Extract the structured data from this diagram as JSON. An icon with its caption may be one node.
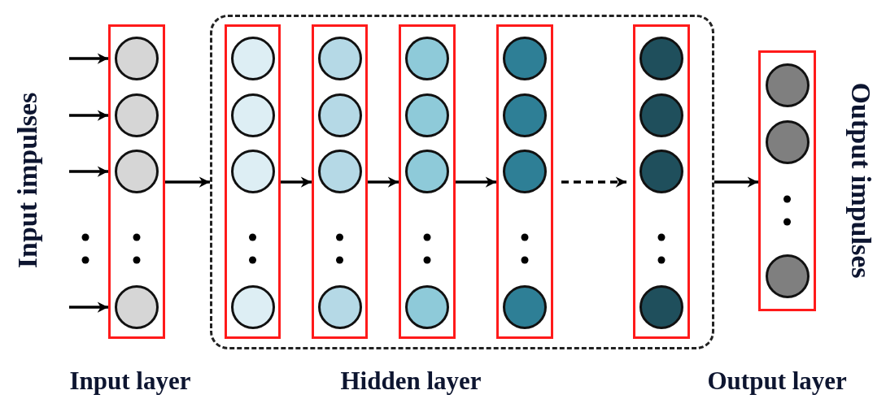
{
  "diagram": {
    "nodes": [
      {
        "text": [],
        "shape": "box"
      },
      {
        "text": [],
        "shape": "circle",
        "in": 0
      },
      {
        "text": [],
        "shape": "circle",
        "in": 0
      },
      {
        "text": [],
        "shape": "circle",
        "in": 0
      },
      {
        "text": [],
        "shape": "circle",
        "in": 0
      },
      {
        "text": [],
        "shape": "box"
      },
      {
        "text": [],
        "shape": "box",
        "in": 5
      },
      {
        "text": [],
        "shape": "circle",
        "in": 6
      },
      {
        "text": [],
        "shape": "circle",
        "in": 6
      },
      {
        "text": [],
        "shape": "circle",
        "in": 6
      },
      {
        "text": [],
        "shape": "circle",
        "in": 6
      },
      {
        "text": [],
        "shape": "box",
        "in": 5
      },
      {
        "text": [],
        "shape": "circle",
        "in": 11
      },
      {
        "text": [],
        "shape": "circle",
        "in": 11
      },
      {
        "text": [],
        "shape": "circle",
        "in": 11
      },
      {
        "text": [],
        "shape": "circle",
        "in": 11
      },
      {
        "text": [],
        "shape": "box",
        "in": 5
      },
      {
        "text": [],
        "shape": "circle",
        "in": 16
      },
      {
        "text": [],
        "shape": "circle",
        "in": 16
      },
      {
        "text": [],
        "shape": "circle",
        "in": 16
      },
      {
        "text": [],
        "shape": "circle",
        "in": 16
      },
      {
        "text": [],
        "shape": "box",
        "in": 5
      },
      {
        "text": [],
        "shape": "circle",
        "in": 21
      },
      {
        "text": [],
        "shape": "circle",
        "in": 21
      },
      {
        "text": [],
        "shape": "circle",
        "in": 21
      },
      {
        "text": [],
        "shape": "circle",
        "in": 21
      },
      {
        "text": [],
        "shape": "box",
        "in": 5
      },
      {
        "text": [],
        "shape": "circle",
        "in": 26
      },
      {
        "text": [],
        "shape": "circle",
        "in": 26
      },
      {
        "text": [],
        "shape": "circle",
        "in": 26
      },
      {
        "text": [],
        "shape": "circle",
        "in": 26
      },
      {
        "text": [],
        "shape": "box"
      },
      {
        "text": [],
        "shape": "circle",
        "in": 31
      },
      {
        "text": [],
        "shape": "circle",
        "in": 31
      },
      {
        "text": [],
        "shape": "circle",
        "in": 31
      }
    ],
    "edges": [
      {
        "from": null,
        "to": 0,
        "arrow": "to"
      },
      {
        "from": null,
        "to": 0,
        "arrow": "to"
      },
      {
        "from": null,
        "to": 0,
        "arrow": "to"
      },
      {
        "from": null,
        "to": 0,
        "arrow": "to"
      },
      {
        "from": 0,
        "to": 5,
        "arrow": "to"
      },
      {
        "from": 6,
        "to": 11,
        "arrow": "to"
      },
      {
        "from": 11,
        "to": 16,
        "arrow": "to"
      },
      {
        "from": 16,
        "to": 21,
        "arrow": "to"
      },
      {
        "from": 21,
        "to": 26,
        "arrow": "to",
        "style": "dashed"
      },
      {
        "from": 5,
        "to": 31,
        "arrow": "to"
      }
    ],
    "labels": [
      "Input impulses",
      "Output impulses",
      "Input layer",
      "Hidden layer",
      "Output layer"
    ]
  }
}
